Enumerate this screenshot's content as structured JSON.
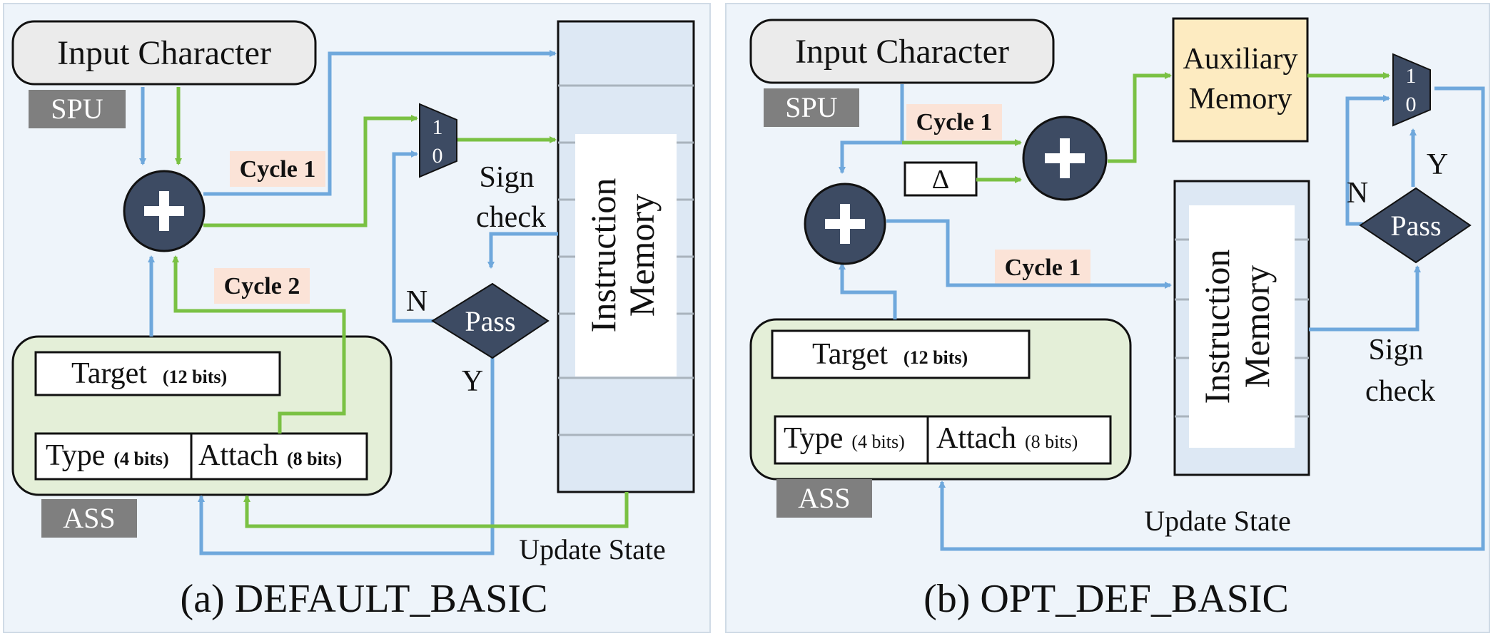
{
  "panel_a": {
    "caption": "(a) DEFAULT_BASIC",
    "input_label": "Input Character",
    "spu_tag": "SPU",
    "ass_tag": "ASS",
    "cycle1_label": "Cycle 1",
    "cycle2_label": "Cycle 2",
    "mux_top": "1",
    "mux_bottom": "0",
    "sign_label": "Sign",
    "check_label": "check",
    "pass_label": "Pass",
    "n_label": "N",
    "y_label": "Y",
    "memory_line1": "Instruction",
    "memory_line2": "Memory",
    "target_name": "Target",
    "target_bits": "(12 bits)",
    "type_name": "Type",
    "type_bits": "(4 bits)",
    "attach_name": "Attach",
    "attach_bits": "(8 bits)",
    "update_state": "Update State"
  },
  "panel_b": {
    "caption": "(b) OPT_DEF_BASIC",
    "input_label": "Input Character",
    "spu_tag": "SPU",
    "ass_tag": "ASS",
    "cycle1_label": "Cycle 1",
    "cycle1b_label": "Cycle 1",
    "delta_label": "Δ",
    "aux_line1": "Auxiliary",
    "aux_line2": "Memory",
    "mux_top": "1",
    "mux_bottom": "0",
    "pass_label": "Pass",
    "n_label": "N",
    "y_label": "Y",
    "sign_label": "Sign",
    "check_label": "check",
    "memory_line1": "Instruction",
    "memory_line2": "Memory",
    "target_name": "Target",
    "target_bits": "(12 bits)",
    "type_name": "Type",
    "type_bits": "(4 bits)",
    "attach_name": "Attach",
    "attach_bits": "(8 bits)",
    "update_state": "Update State"
  },
  "colors": {
    "blue_path": "#6fa8dc",
    "green_path": "#7ac143",
    "node_fill": "#3d4b63",
    "panel_bg": "#eef4fa",
    "ass_fill": "#e4efd8",
    "memory_fill": "#dde8f4",
    "aux_fill": "#fdebc1",
    "cycle_tag": "#fbe3d7",
    "tag_gray": "#7f7f7f"
  }
}
